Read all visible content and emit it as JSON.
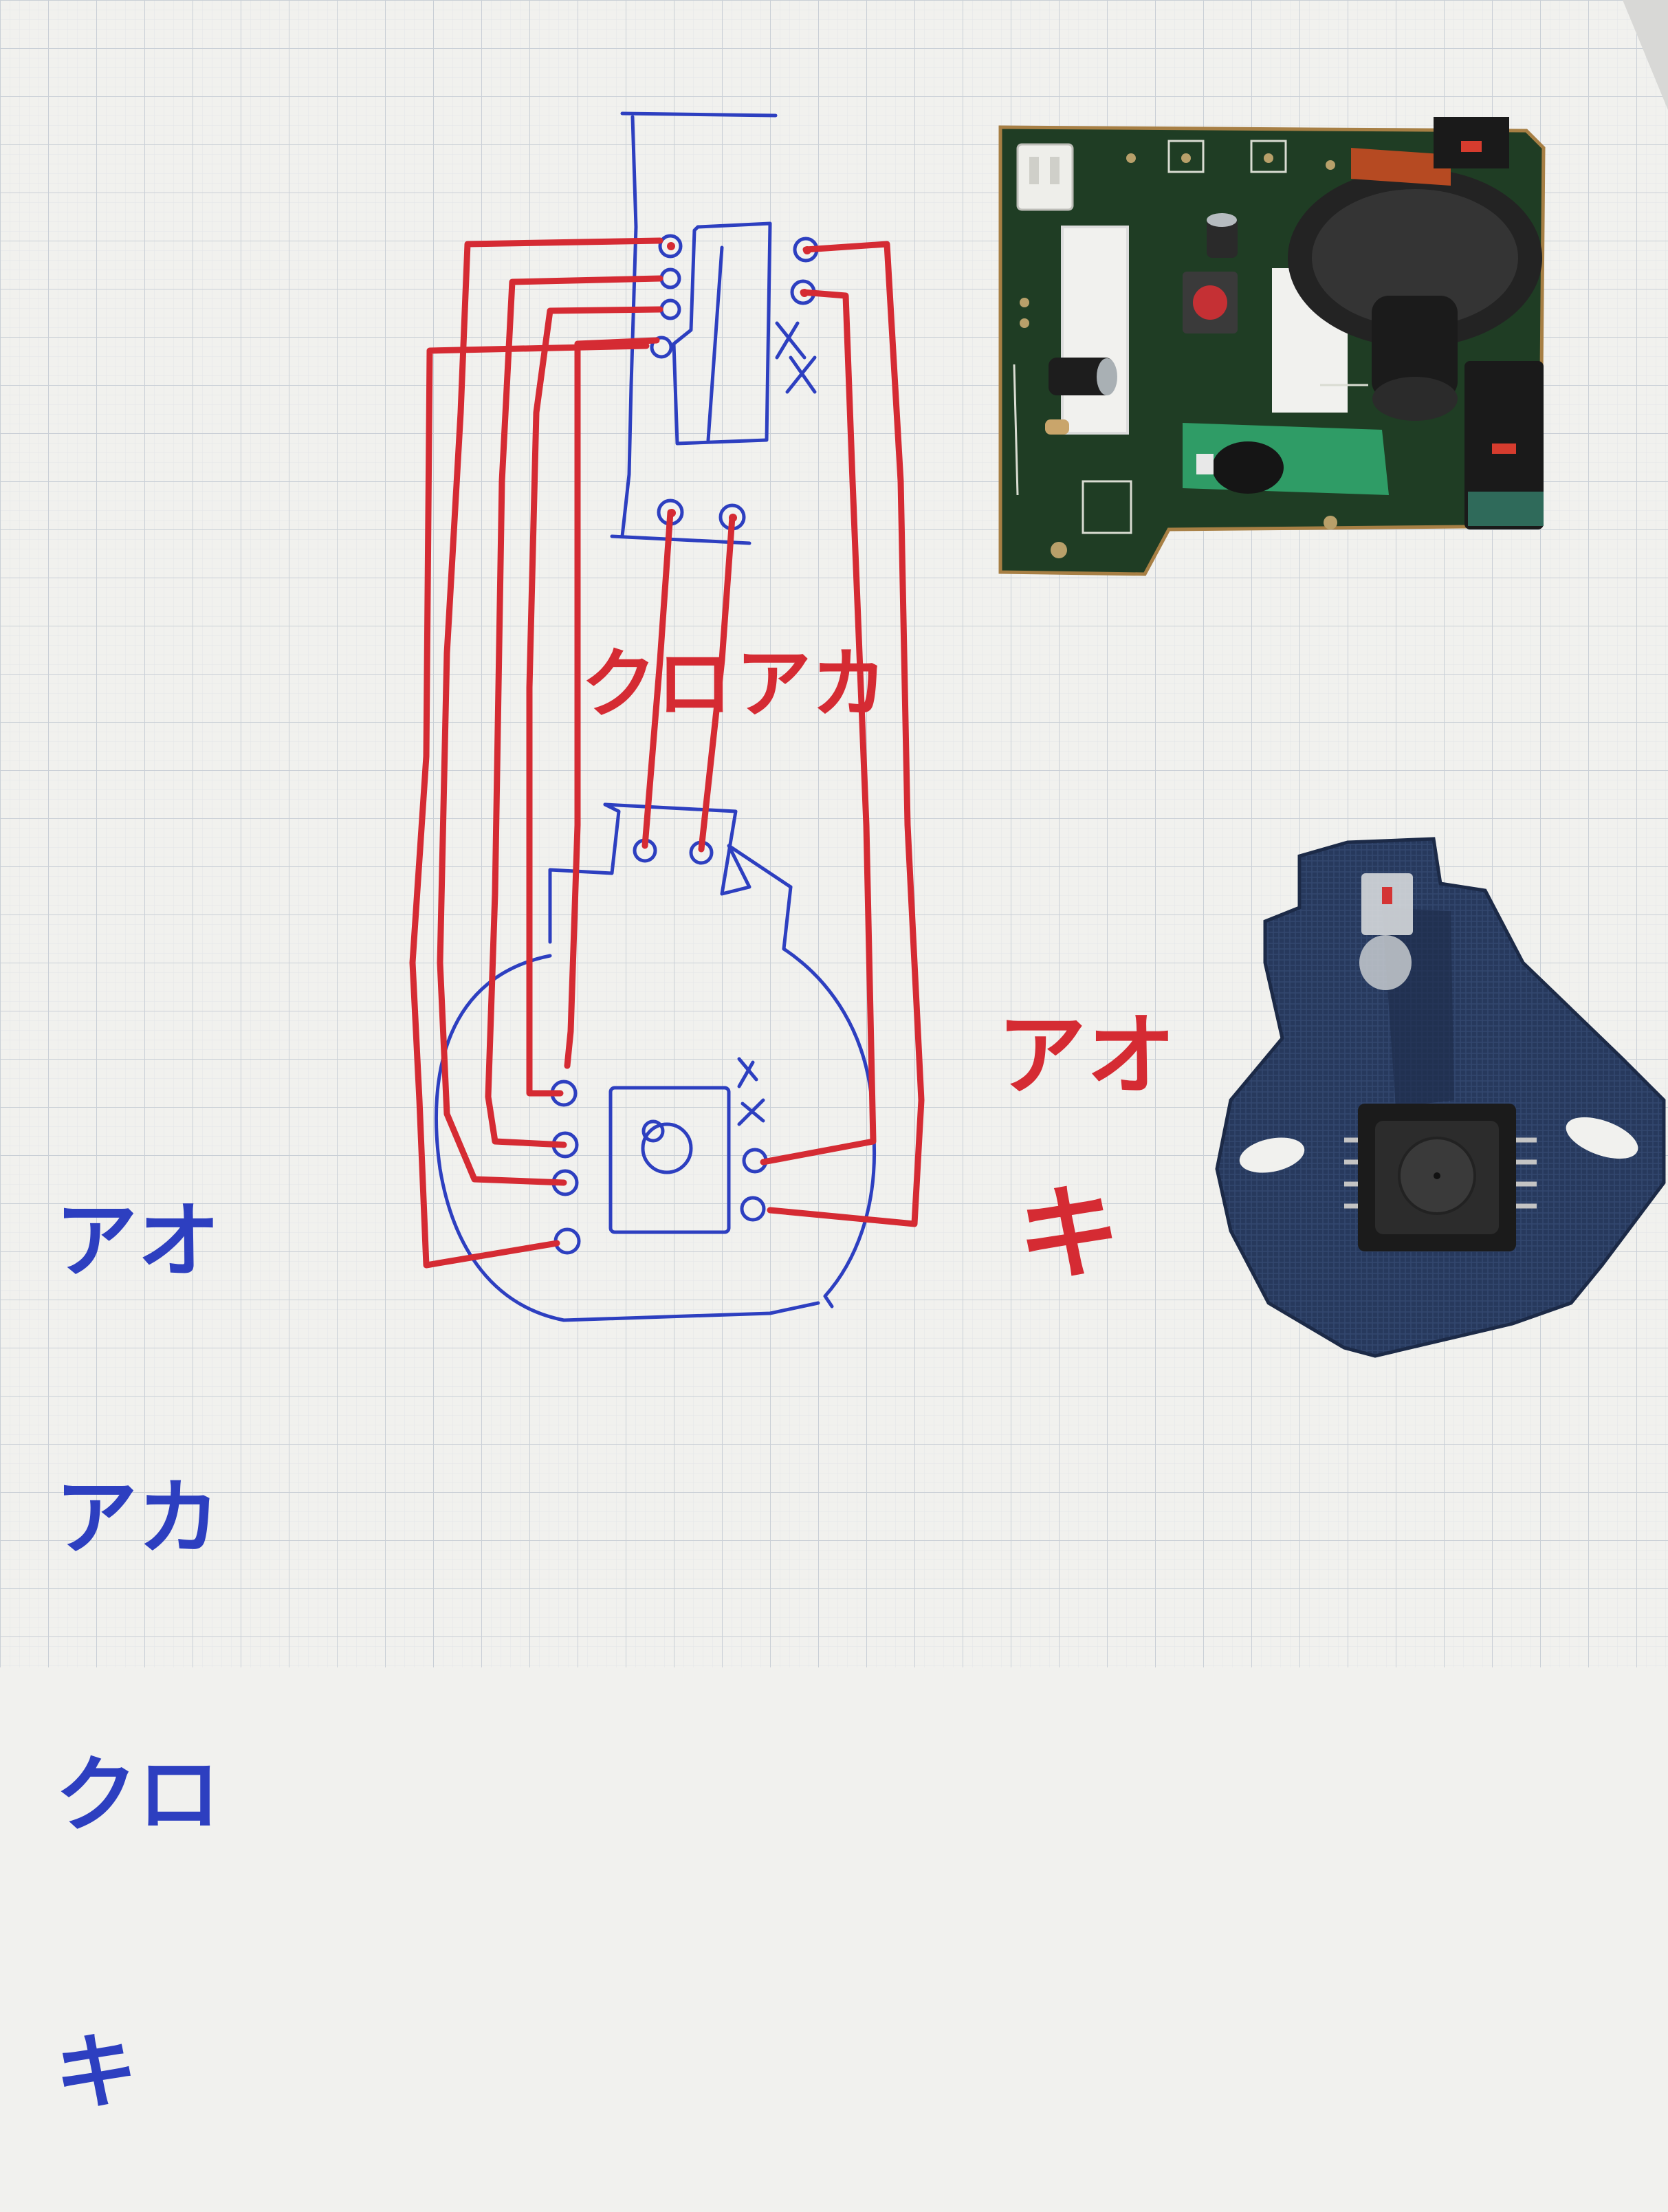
{
  "photo": {
    "paper_color": "#f1f1ee",
    "grid_color": "#c9cfd6",
    "ink_red": "#d52b33",
    "ink_blue": "#2d3fc0",
    "pcb_color": "#1f3d24",
    "print_color": "#26385c"
  },
  "wire_labels": {
    "kuro": "クロ",
    "aka": "アカ",
    "ao": "アオ",
    "ki": "キ"
  },
  "legend": [
    "アオ",
    "アカ",
    "クロ",
    "キ"
  ]
}
